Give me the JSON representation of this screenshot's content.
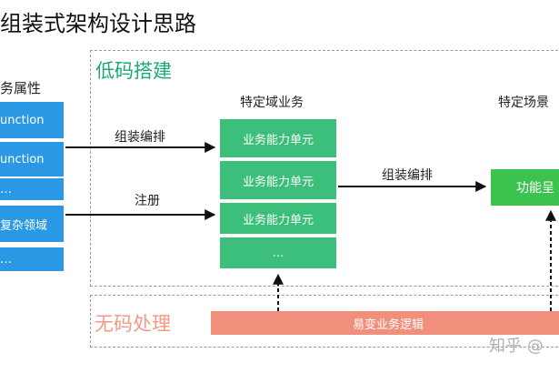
{
  "title": "组装式架构设计思路",
  "left_column": {
    "header": "务属性",
    "items": [
      "unction",
      "unction",
      "…",
      "复杂领域",
      "…"
    ]
  },
  "lowcode": {
    "title": "低码搭建",
    "domain_header": "特定域业务",
    "domain_units": [
      "业务能力单元",
      "业务能力单元",
      "业务能力单元",
      "…"
    ],
    "scene_header": "特定场景",
    "feature_label": "功能呈",
    "arrow_labels": {
      "assemble_top": "组装编排",
      "register": "注册",
      "assemble_right": "组装编排"
    }
  },
  "nocode": {
    "title": "无码处理",
    "bar_label": "易变业务逻辑"
  },
  "watermark": "知乎 @",
  "colors": {
    "blue": "#2b98e6",
    "green": "#3cbf7a",
    "feature_green": "#3cc24f",
    "lowcode_title": "#1aab73",
    "nocode_title": "#f29a86",
    "red_bar": "#f0907c"
  }
}
